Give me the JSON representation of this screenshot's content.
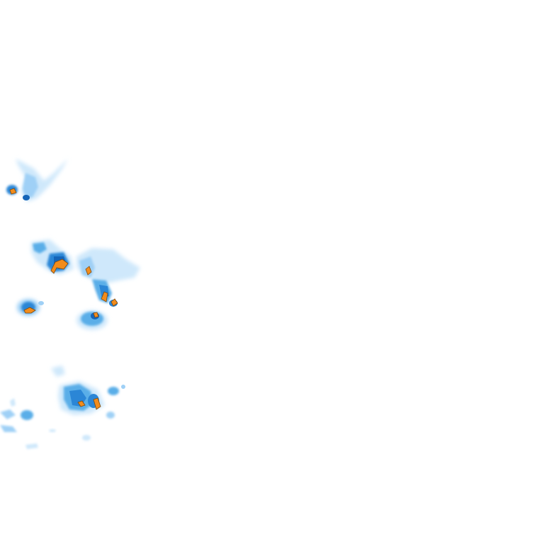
{
  "map": {
    "type": "precipitation radar tile",
    "background": "#ffffff",
    "palette": {
      "very_light": "#cfe8fb",
      "light": "#9fd0f6",
      "medium": "#5aaee8",
      "strong": "#2b86d6",
      "heavy": "#1565b8",
      "core": "#f28c1c",
      "core_edge": "#7a4a12"
    },
    "clusters": [
      {
        "name": "north-cluster",
        "intensity": "light-moderate",
        "has_core": true
      },
      {
        "name": "central-cluster",
        "intensity": "moderate-heavy",
        "has_core": true
      },
      {
        "name": "west-cell",
        "intensity": "moderate",
        "has_core": true
      },
      {
        "name": "south-central-cell",
        "intensity": "moderate",
        "has_core": true
      },
      {
        "name": "south-cluster",
        "intensity": "moderate-heavy",
        "has_core": true
      }
    ]
  }
}
